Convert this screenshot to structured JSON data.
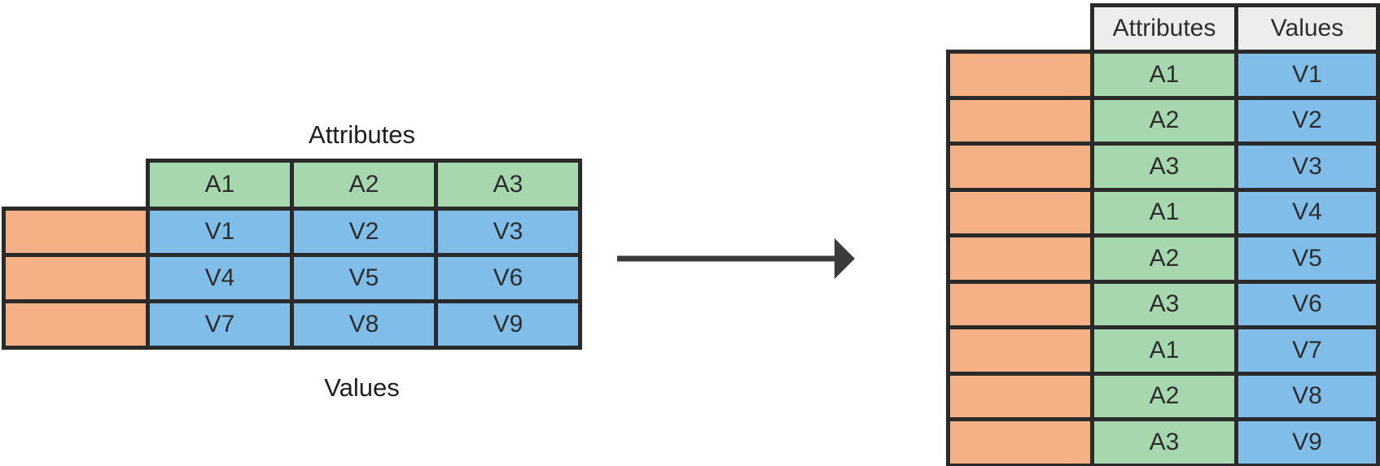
{
  "source_table": {
    "top_label": "Attributes",
    "bottom_label": "Values",
    "attribute_headers": [
      "A1",
      "A2",
      "A3"
    ],
    "value_rows": [
      [
        "V1",
        "V2",
        "V3"
      ],
      [
        "V4",
        "V5",
        "V6"
      ],
      [
        "V7",
        "V8",
        "V9"
      ]
    ]
  },
  "arrow": {
    "direction": "right"
  },
  "result_table": {
    "column_headers": [
      "Attributes",
      "Values"
    ],
    "rows": [
      {
        "attribute": "A1",
        "value": "V1"
      },
      {
        "attribute": "A2",
        "value": "V2"
      },
      {
        "attribute": "A3",
        "value": "V3"
      },
      {
        "attribute": "A1",
        "value": "V4"
      },
      {
        "attribute": "A2",
        "value": "V5"
      },
      {
        "attribute": "A3",
        "value": "V6"
      },
      {
        "attribute": "A1",
        "value": "V7"
      },
      {
        "attribute": "A2",
        "value": "V8"
      },
      {
        "attribute": "A3",
        "value": "V9"
      }
    ]
  },
  "colors": {
    "row_key_orange": "#F5B085",
    "attribute_green": "#A6D7AE",
    "value_blue": "#80BEE9",
    "header_gray": "#EDEDEC",
    "border_dark": "#2A2A2A",
    "arrow_dark": "#3B3B3B"
  }
}
